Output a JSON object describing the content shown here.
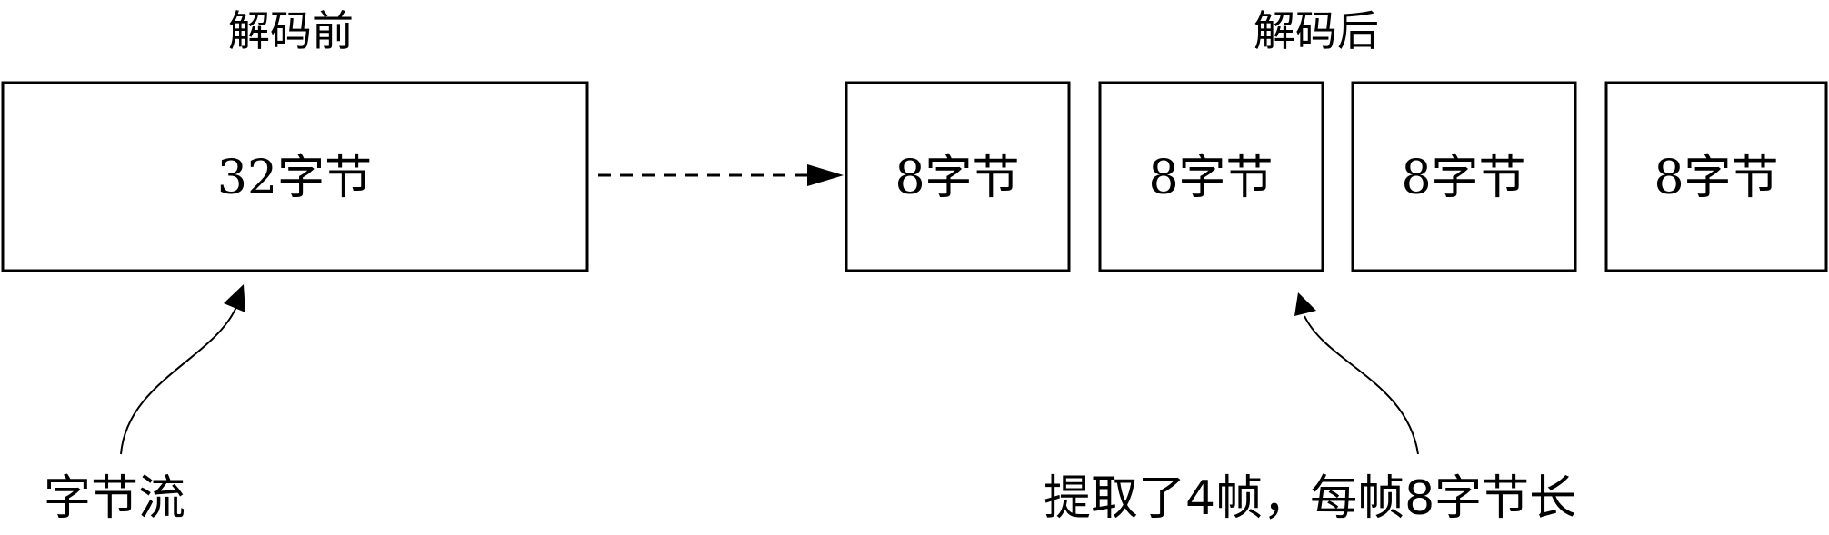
{
  "before": {
    "title": "解码前",
    "block_label": "32字节"
  },
  "after": {
    "title": "解码后",
    "frames": [
      "8字节",
      "8字节",
      "8字节",
      "8字节"
    ]
  },
  "notes": {
    "byte_stream": "字节流",
    "frames_extracted": "提取了4帧，每帧8字节长"
  },
  "colors": {
    "stroke": "#000000",
    "fill": "#ffffff"
  }
}
